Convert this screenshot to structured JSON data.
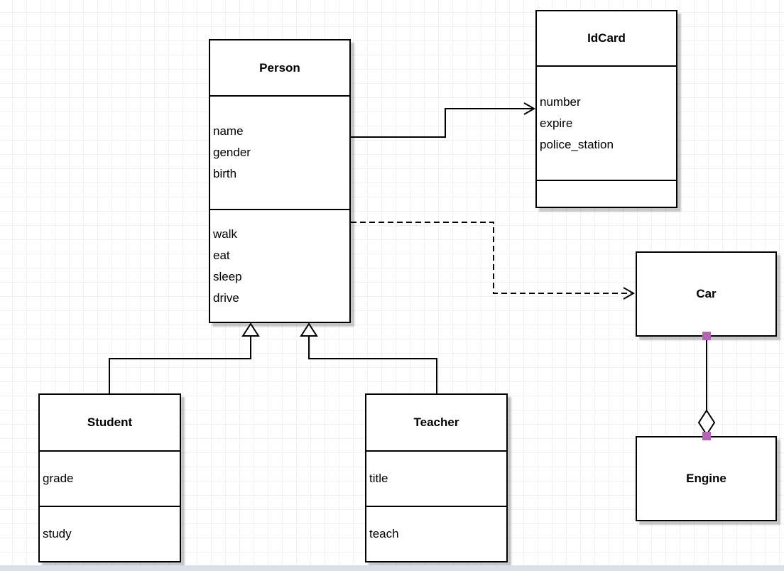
{
  "diagram": {
    "type": "uml-class-diagram",
    "classes": [
      {
        "name": "Person",
        "attributes": [
          "name",
          "gender",
          "birth"
        ],
        "methods": [
          "walk",
          "eat",
          "sleep",
          "drive"
        ]
      },
      {
        "name": "IdCard",
        "attributes": [
          "number",
          "expire",
          "police_station"
        ],
        "methods": []
      },
      {
        "name": "Car",
        "attributes": [],
        "methods": []
      },
      {
        "name": "Engine",
        "attributes": [],
        "methods": []
      },
      {
        "name": "Student",
        "attributes": [
          "grade"
        ],
        "methods": [
          "study"
        ]
      },
      {
        "name": "Teacher",
        "attributes": [
          "title"
        ],
        "methods": [
          "teach"
        ]
      }
    ],
    "relationships": [
      {
        "from": "Person",
        "to": "IdCard",
        "type": "association",
        "line_style": "solid",
        "marker": "open-arrow"
      },
      {
        "from": "Person",
        "to": "Car",
        "type": "dependency",
        "line_style": "dashed",
        "marker": "open-arrow"
      },
      {
        "from": "Student",
        "to": "Person",
        "type": "generalization",
        "line_style": "solid",
        "marker": "hollow-triangle"
      },
      {
        "from": "Teacher",
        "to": "Person",
        "type": "generalization",
        "line_style": "solid",
        "marker": "hollow-triangle"
      },
      {
        "from": "Car",
        "to": "Engine",
        "type": "aggregation",
        "line_style": "solid",
        "marker": "hollow-diamond"
      }
    ],
    "colors": {
      "box_border": "#000000",
      "box_fill": "#ffffff",
      "shadow": "#c8c8c8",
      "grid_line": "#f0f0f0",
      "endpoint_handle": "#b563b5",
      "bottom_strip": "#dbe0e6"
    }
  }
}
